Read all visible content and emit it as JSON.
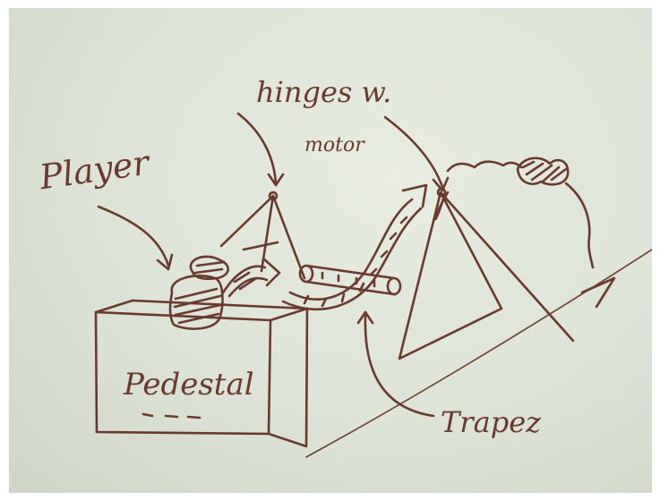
{
  "labels": {
    "player": "Player",
    "hinges": "hinges w.",
    "motor": "motor",
    "pedestal": "Pedestal",
    "trapez": "Trapez"
  },
  "colors": {
    "marker": "#6a3a2c",
    "board": "#dde3d6",
    "frame": "#ffffff"
  }
}
